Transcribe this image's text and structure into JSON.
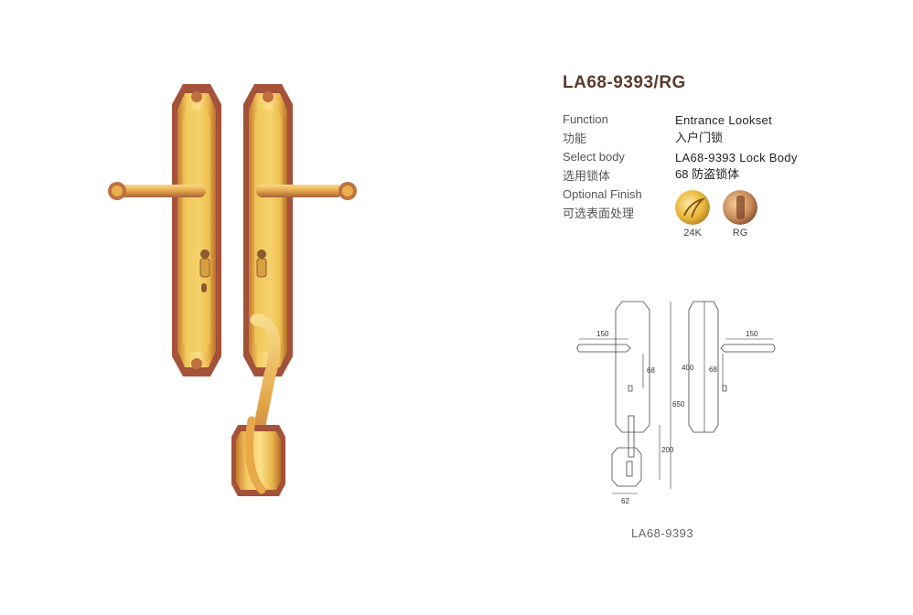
{
  "product": {
    "title": "LA68-9393/RG"
  },
  "specs": {
    "function": {
      "label_en": "Function",
      "label_cn": "功能",
      "value_en": "Entrance Lookset",
      "value_cn": "入户门锁"
    },
    "body": {
      "label_en": "Select body",
      "label_cn": "选用锁体",
      "value_en": "LA68-9393 Lock Body",
      "value_cn": "68 防盗锁体"
    },
    "finish": {
      "label_en": "Optional Finish",
      "label_cn": "可选表面处理",
      "options": [
        {
          "name": "24K",
          "color": "#e9b83a"
        },
        {
          "name": "RG",
          "color": "#c98a5a"
        }
      ]
    }
  },
  "drawing": {
    "caption": "LA68-9393",
    "dims": {
      "handle_len": "150",
      "handle_len_right": "150",
      "spacing_left": "68",
      "spacing_right": "68",
      "plate_short": "400",
      "plate_long": "650",
      "grip": "200",
      "width": "62"
    }
  },
  "colors": {
    "gold": "#e8b640",
    "rose": "#a4523a",
    "title": "#5a3a2a"
  }
}
